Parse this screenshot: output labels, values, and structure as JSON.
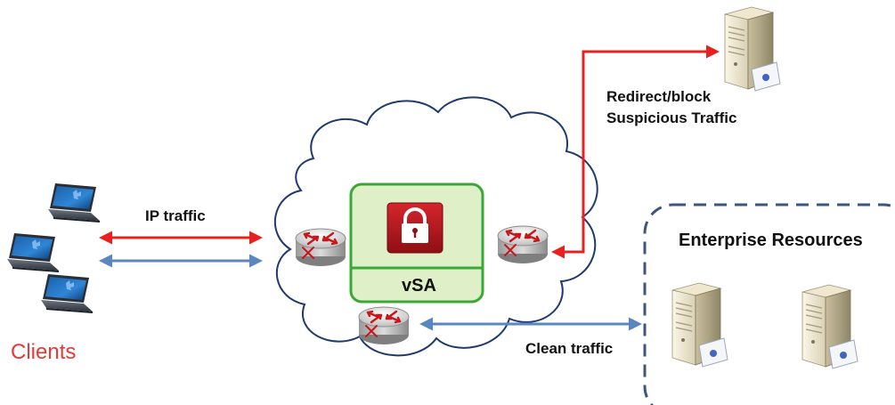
{
  "diagram": {
    "labels": {
      "ip_traffic": "IP traffic",
      "redirect_line1": "Redirect/block",
      "redirect_line2": "Suspicious Traffic",
      "clean_traffic": "Clean traffic",
      "enterprise": "Enterprise Resources",
      "vsa": "vSA",
      "clients": "Clients"
    },
    "colors": {
      "suspicious_arrow": "#e8201f",
      "clean_arrow": "#5a86c2",
      "cloud_outline": "#1f3a6e",
      "vsa_border": "#3aa835",
      "vsa_fill": "#dff0c9",
      "lock_tile": "#b3141b",
      "enterprise_border": "#3d5680",
      "clients_text": "#e53935"
    },
    "icons": [
      "laptop-icon",
      "router-icon",
      "lock-icon",
      "server-icon"
    ]
  }
}
